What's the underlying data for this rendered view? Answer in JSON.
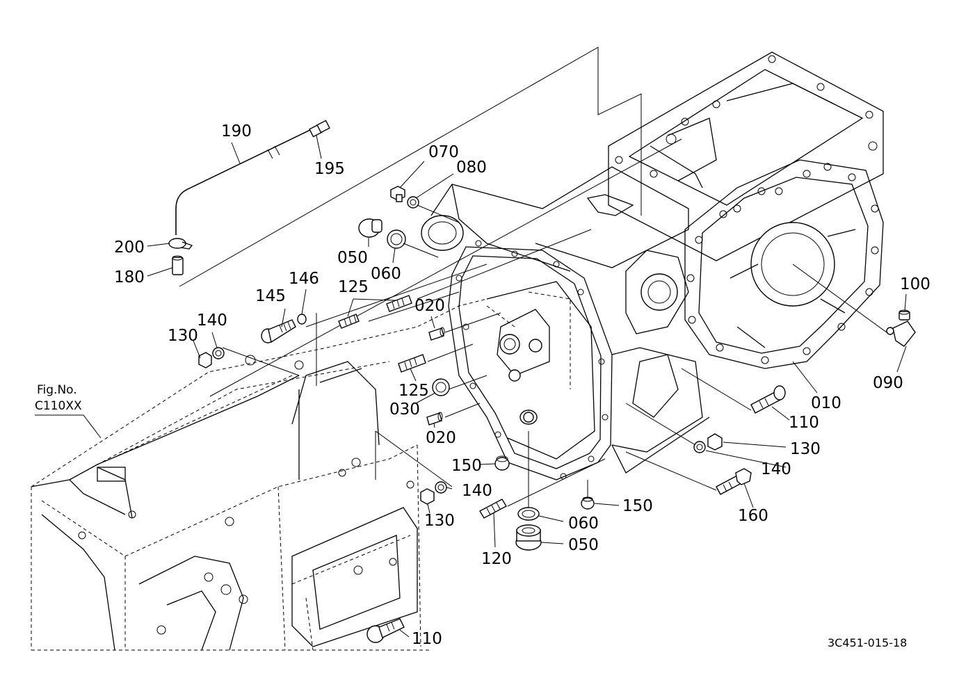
{
  "figure_ref": {
    "line1": "Fig.No.",
    "line2": "C110XX"
  },
  "drawing_code": "3C451-015-18",
  "callouts": [
    {
      "id": "c190",
      "text": "190"
    },
    {
      "id": "c195",
      "text": "195"
    },
    {
      "id": "c200",
      "text": "200"
    },
    {
      "id": "c180",
      "text": "180"
    },
    {
      "id": "c070",
      "text": "070"
    },
    {
      "id": "c080",
      "text": "080"
    },
    {
      "id": "c050a",
      "text": "050"
    },
    {
      "id": "c060a",
      "text": "060"
    },
    {
      "id": "c146",
      "text": "146"
    },
    {
      "id": "c145",
      "text": "145"
    },
    {
      "id": "c125a",
      "text": "125"
    },
    {
      "id": "c020a",
      "text": "020"
    },
    {
      "id": "c140a",
      "text": "140"
    },
    {
      "id": "c130a",
      "text": "130"
    },
    {
      "id": "c125b",
      "text": "125"
    },
    {
      "id": "c030",
      "text": "030"
    },
    {
      "id": "c020b",
      "text": "020"
    },
    {
      "id": "c150a",
      "text": "150"
    },
    {
      "id": "c140b",
      "text": "140"
    },
    {
      "id": "c130b",
      "text": "130"
    },
    {
      "id": "c120",
      "text": "120"
    },
    {
      "id": "c060b",
      "text": "060"
    },
    {
      "id": "c050b",
      "text": "050"
    },
    {
      "id": "c150b",
      "text": "150"
    },
    {
      "id": "c110a",
      "text": "110"
    },
    {
      "id": "c130c",
      "text": "130"
    },
    {
      "id": "c140c",
      "text": "140"
    },
    {
      "id": "c160",
      "text": "160"
    },
    {
      "id": "c010",
      "text": "010"
    },
    {
      "id": "c100",
      "text": "100"
    },
    {
      "id": "c090",
      "text": "090"
    },
    {
      "id": "c110b",
      "text": "110"
    }
  ]
}
